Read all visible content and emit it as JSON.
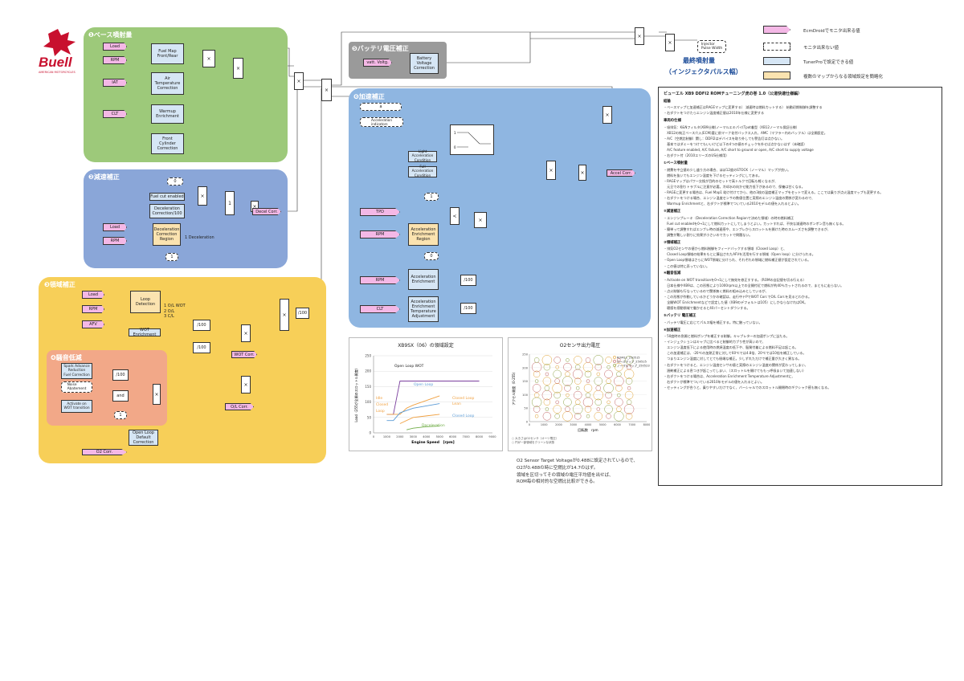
{
  "logo": {
    "brand": "Buell",
    "sub": "AMERICAN MOTORCYCLES"
  },
  "panels": {
    "base": "❶ベース噴射量",
    "decel": "❷減速補正",
    "region": "❸領域補正",
    "noise": "❹騒音低減",
    "battery": "❺バッテリ電圧補正",
    "accel": "❻加速補正"
  },
  "base_blocks": {
    "load": "Load",
    "rpm": "RPM",
    "iat": "IAT",
    "clt": "CLT",
    "fuelmap": "Fuel Map\nFront/Rear",
    "air": "Air\nTemperature\nCorrection",
    "warm": "Warmup\nEnrichment",
    "front": "Front\nCylinder\nCorrection"
  },
  "decel_blocks": {
    "zero": "0",
    "fuelcut": "Fuel cut enabled",
    "decel100": "Deceleration\nCorrection/100",
    "load": "Load",
    "rpm": "RPM",
    "region": "Deceleration\nCorrection\nRegion",
    "one_decel": "1 Deceleration",
    "one": "1",
    "out": "Decel Corr.",
    "sw1": "1",
    "sw2": "2"
  },
  "region_blocks": {
    "load": "Load",
    "rpm": "RPM",
    "afv": "AFV",
    "loop": "Loop\nDetection",
    "modes": "1 O/L WOT\n2 O/L\n3 C/L",
    "wot": "WOT Enrichment",
    "d100a": "/100",
    "d100b": "/100",
    "wotcorr": "WOT Corr.",
    "olcorr": "O/L Corr.",
    "olfuel": "Open Loop\nDefault\nCorrection",
    "o2": "O2 Corr.",
    "d100c": "/100"
  },
  "noise_blocks": {
    "spark": "Spark Advance\nReduction\nFuel Correction",
    "noiseab": "Noise\nAbatement",
    "activate": "Activate on\nWOT transition",
    "d100": "/100",
    "and": "and",
    "one": "1"
  },
  "battery_blocks": {
    "vatt": "vatt. Voltg.",
    "corr": "Battery\nVoltage\nCorrection"
  },
  "accel_blocks": {
    "in1": "a",
    "in2": "Accel. Enrichment",
    "ind": "Acceleration\nindicators",
    "light": "Light Acceleration\nCondition",
    "full": "Full Acceleration\nCondition",
    "one": "1",
    "tps": "TPD",
    "rpm": "RPM",
    "region": "Acceleration\nEnrichment\nRegion",
    "zero": "0",
    "rpm2": "RPM",
    "enrich": "Acceleration\nEnrichment",
    "d100": "/100",
    "clt": "CLT",
    "temp": "Acceleration\nEnrichment\nTemperature\nAdjustment",
    "d100b": "/100",
    "out": "Accel Corr.",
    "sw1": "1",
    "sw0": "0"
  },
  "final": {
    "injector": "Injector\nPulse Width",
    "title": "最終噴射量",
    "subtitle": "（インジェクタパルス幅）"
  },
  "legend": [
    {
      "label": "EcmDroidでモニタ出来る値",
      "color": "#f4b8e6"
    },
    {
      "label": "モニタ出来ない値",
      "color": "#ffffff"
    },
    {
      "label": "TunerProで設定できる値",
      "color": "#d6e6f5"
    },
    {
      "label": "複数のマップからなる領域設定を簡略化",
      "color": "#fbe3b0"
    }
  ],
  "chart1": {
    "title": "XB9SX（06）の領域設定",
    "xlabel": "Engine Speed　[rpm]",
    "ylabel": "Load（255が全開のスロットル開度）",
    "annotations": [
      "Open Loop WOT",
      "Open Loop",
      "Idle",
      "Closed",
      "Loop",
      "Closed Loop",
      "Lean",
      "Closed Loop",
      "Deceleration"
    ]
  },
  "chart_data": [
    {
      "type": "line",
      "title": "XB9SX（06）の領域設定",
      "xlabel": "Engine Speed　[rpm]",
      "ylabel": "Load（255が全開のスロットル開度）",
      "xlim": [
        0,
        9000
      ],
      "ylim": [
        0,
        250
      ],
      "x_ticks": [
        0,
        1000,
        2000,
        3000,
        4000,
        5000,
        6000,
        7000,
        8000,
        9000
      ],
      "y_ticks": [
        0,
        50,
        100,
        150,
        200,
        250
      ],
      "series": [
        {
          "name": "",
          "color": "#7b3f9e",
          "x": [
            1000,
            1500,
            2000,
            3000,
            5000,
            7000,
            8000
          ],
          "y": [
            60,
            60,
            168,
            168,
            168,
            168,
            168
          ]
        },
        {
          "name": "",
          "color": "#f0a040",
          "x": [
            1000,
            2000,
            2500,
            3000,
            5000
          ],
          "y": [
            60,
            60,
            80,
            90,
            120
          ]
        },
        {
          "name": "",
          "color": "#f0a040",
          "x": [
            2000,
            3000,
            4000,
            5000
          ],
          "y": [
            30,
            50,
            55,
            60
          ]
        },
        {
          "name": "",
          "color": "#5b9bd5",
          "x": [
            1000,
            1500,
            2000,
            3000,
            5000
          ],
          "y": [
            40,
            40,
            65,
            80,
            95
          ]
        },
        {
          "name": "",
          "color": "#70ad47",
          "x": [
            2500,
            3000,
            4000,
            5000
          ],
          "y": [
            10,
            15,
            20,
            22
          ]
        }
      ]
    },
    {
      "type": "scatter",
      "title": "O2センサ出力電圧",
      "xlabel": "回転数　rpm",
      "ylabel": "アクセル開度（0-255）",
      "xlim": [
        0,
        8000
      ],
      "ylim": [
        0,
        250
      ],
      "x_ticks": [
        0,
        1000,
        2000,
        3000,
        4000,
        5000,
        6000,
        7000,
        8000
      ],
      "y_ticks": [
        0,
        50,
        100,
        150,
        200,
        250
      ],
      "legend": [
        "ROM11_250515",
        "ローズマップ_250525",
        "ノーマルマップ_250523"
      ],
      "notes": [
        "○ 大きさはO2センサ（オーツ電圧）",
        "○ 円が一部領域をクリーンな状態"
      ]
    }
  ],
  "chart1_note": [
    "O2 Sensor Target Voltageが0.488に設定されているので、",
    "O2が0.488の時に空燃比が14.7のはず。",
    "領域を区切ってその領域の電圧平均値を出せば、",
    "ROM毎の相対的な空燃比比較ができる。"
  ],
  "notes": {
    "title": "ビューエル XB9 DDFI2 ROMチューニング虎の巻 1.0（公道快適仕様編）",
    "lines": [
      {
        "h": "結論"
      },
      {
        "p": "・ベースマップと加速補正はRAGEマップに変更する）  減速時は燃料カットする）  始動初期制御を調整する"
      },
      {
        "p": "・右ダクトをつけたらエンジン温度補正値は2010年仕様に変更する"
      },
      {
        "h": "車両の仕様"
      },
      {
        "p": "・吸排気：K&Nフィルタ(XB9仕様)ノーマルエキパイ(Tpot着型（XB12ノーマル保証仕様）"
      },
      {
        "p": "　XB12の純正ベース介入(ECM)要に前マーナ化付バックス入れ、AMC（マフラー内のバッフル）は全開設定。"
      },
      {
        "p": "・A/C（空燃比制御）関し：DDFI2はデバイスを取り外しても警告灯は点かない。"
      },
      {
        "p": "　基本ではダミーをつけてもいいけど以下の4つの値のチェックを外せば点かないはず（未確認）"
      },
      {
        "p": "　A/C feature enabled,  A/C failure,  A/C short to ground or open,  A/C short to supply voltage"
      },
      {
        "p": "・右ダクト付（2010エリーズのUS仕様用）"
      },
      {
        "h": "①ベース噴射量"
      },
      {
        "p": "・燃費を中立値の少し盛り方の場合、ほぼ12度のSTOCK（ノーマル）マップが良い。"
      },
      {
        "p": "　燃料を抜いてもエンジン温度を下げるセッティングにしてある。"
      },
      {
        "p": "・RAGEマップはパワー交換が目的のセットで高トルクで回転も軽くなるが、"
      },
      {
        "p": "　元旦での割りトラブルに注意が必要。冷却水の向かせ能力低下があるので、保養は甘くなる。"
      },
      {
        "p": "・RAGEに変更する場合は、Fuel Map1 助け付けてから、他の3枚の温度補正マップをセットで変える。ここでは乗りが点火温度マップも変更する。"
      },
      {
        "p": "・右ダクトをつける場合、エンジン温度センサの数値位置と実際のエンジン温度の関係が変わるので、"
      },
      {
        "p": "　Warmup Enrichmentと、右ダクトが標準でついている2010モデルの値を入れるとよい。"
      },
      {
        "h": "②減速補正"
      },
      {
        "p": "・エンジンブレーキ（Deceleration Correction Regionで決めた領域）の時の燃料補正"
      },
      {
        "p": "　Fuel cut enabledを0→1にして燃料カットにしてしまうとよい。カットすれば、不快な減速時のボンボン音も無くなる。"
      },
      {
        "p": "・簡単って調整すればエンブレ時の減速感や、エンブレからスロットルを開けた時のスムーズさを調整できるが、"
      },
      {
        "p": "　調整が難しい割りに効果が小さいのでカットで問題ない。"
      },
      {
        "h": "③領域補正"
      },
      {
        "p": "・排気O2センサの値から燃料制御をフィードバックする領域（Closed Loop）と、"
      },
      {
        "p": "　Closed Loop領域の結果をもとに算出されたAFVを活用を行する領域（Open loop）に分けられる。"
      },
      {
        "p": "・Open Loop領域はさらにWOT領域に分けられ、それぞれの領域に燃料補正値が設定されている。"
      },
      {
        "p": "・この値は特に弄っていない。"
      },
      {
        "h": "④騒音低減"
      },
      {
        "p": "・Activate on WOT transitionを0→1にして無効を修正すする。（ROMの自記値を切る行える）"
      },
      {
        "p": "　日本仕様やXB9は、この形態により1000rpm以上での全開付近で燃料が約40％カットされるので、まともに走らない。"
      },
      {
        "p": "・点火制御も行なっているので関係無く燃料の組み込みとしているが、"
      },
      {
        "p": "・この形態が作動しているかどうかの確認は、走行中ドPでWOT Corr.でO/L Corr.を見るとわかる。"
      },
      {
        "p": "　全開WOT Enrichmentなどで設定した値（XB9のデフォルトは105）にしかならなければOK。"
      },
      {
        "p": "　聴感を感動領域で働かせると40パーセントダウンする。"
      },
      {
        "h": "⑤バッテリ 電圧補正"
      },
      {
        "p": "・バッテリ電圧に応じてパルス幅を補正する。特に触っていない。"
      },
      {
        "h": "⑥加速補正"
      },
      {
        "p": "・50度時の急開と燃料ポンプを補正する制御。キャブレターの加速ポンプに当たる。"
      },
      {
        "p": "・インジェクションはキャブに比べると制御的カブり性が高いので、"
      },
      {
        "p": "　エンジン温度低下による使用時の燃焼温度の低下や、脳質付着による燃料不足は起こる。"
      },
      {
        "p": "　この加速補正は、-20℃の加熱正常に対して60℃では4.8倍、20℃では10倍を補正している。"
      },
      {
        "p": "　つまりエンジン温度に対してとても極端な補正。少しずれただけで補正量が大きく異なる。"
      },
      {
        "p": "・右ダクトをつけると、エンジン温度センサの値と実際のエンジン温度の関係が変わってしまい、"
      },
      {
        "p": "　過剰補正による息つきが起こってしまい、（スロットルを開けてももっ呼吸まいて加速しない）"
      },
      {
        "p": "・右ダクトをつける場合は、Acceleration Enrichment Temperature Adjustmentに、"
      },
      {
        "p": "　右ダクトが標準でついている2010年モデルの値を入れるとよい。"
      },
      {
        "p": "・セッティングが合うと、乗りやすいだけでなく、バーシャルでのスロットル開閉時のギクシャク感も無くなる。"
      }
    ]
  }
}
